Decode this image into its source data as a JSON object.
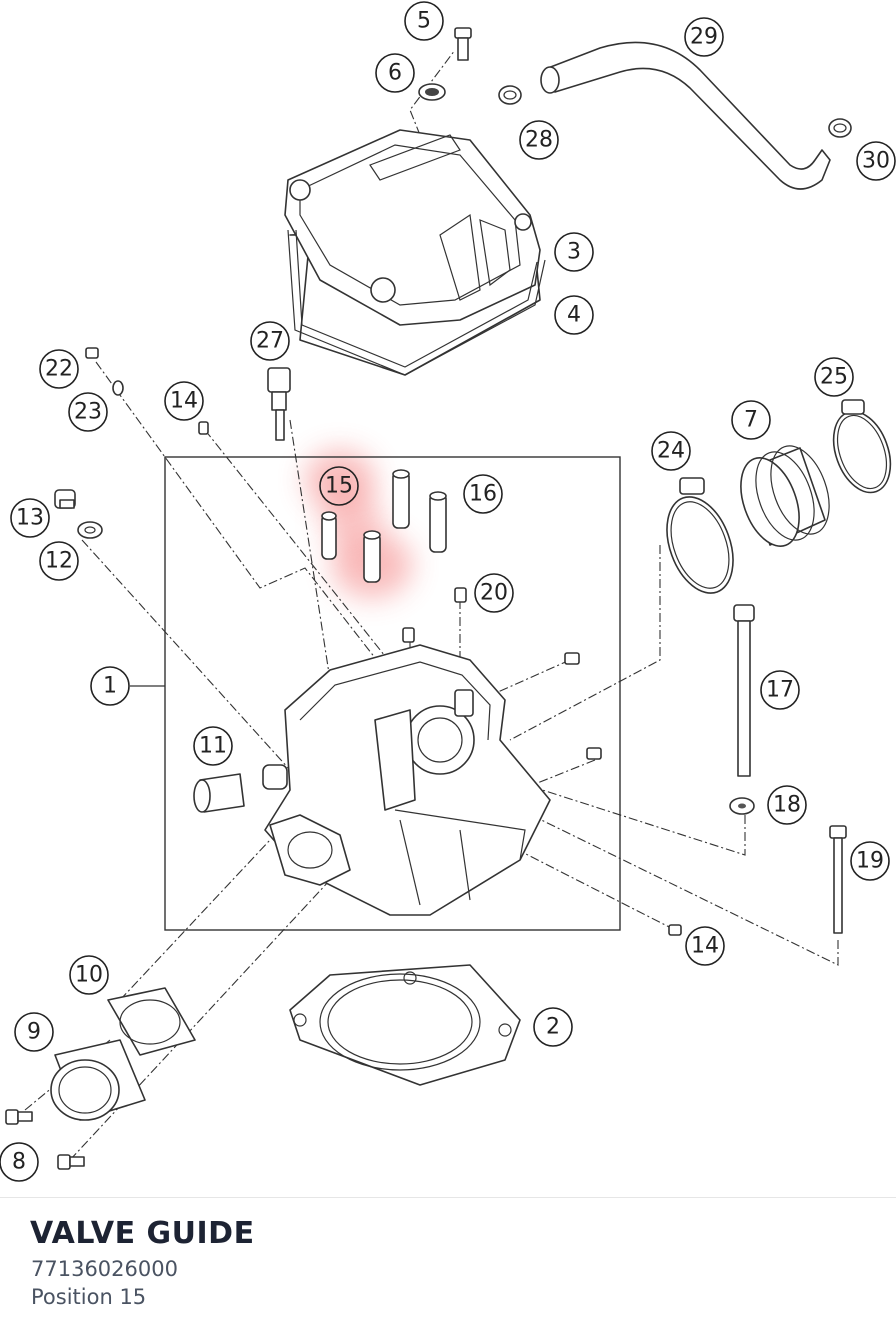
{
  "diagram": {
    "callouts": [
      "1",
      "2",
      "3",
      "4",
      "5",
      "6",
      "7",
      "8",
      "9",
      "10",
      "11",
      "12",
      "13",
      "14",
      "14",
      "15",
      "16",
      "17",
      "18",
      "19",
      "20",
      "22",
      "23",
      "24",
      "25",
      "27",
      "28",
      "29",
      "30"
    ],
    "highlight_color": "#f26b6b"
  },
  "info": {
    "title": "VALVE GUIDE",
    "part_number": "77136026000",
    "position": "Position 15"
  }
}
